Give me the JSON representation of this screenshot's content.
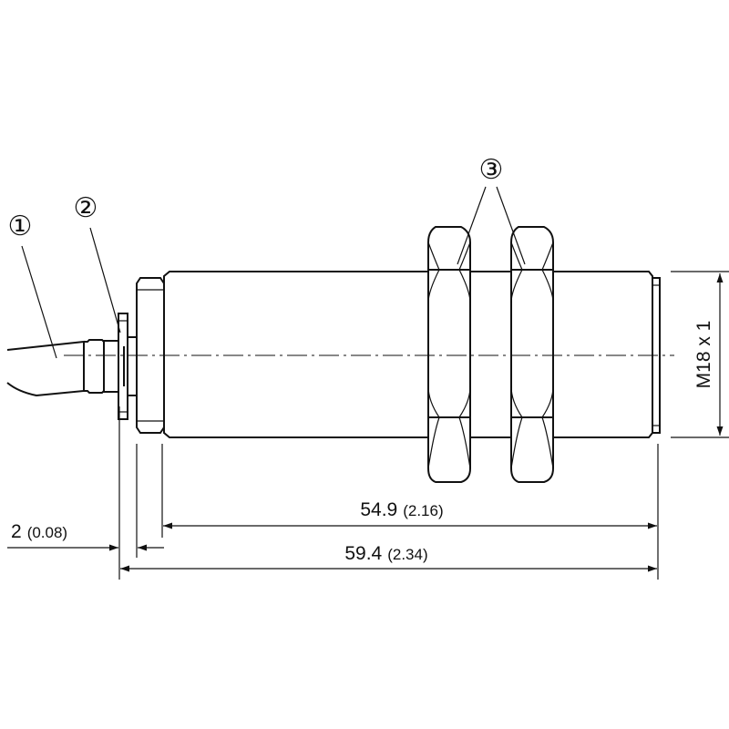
{
  "callouts": {
    "one": "①",
    "two": "②",
    "three": "③"
  },
  "dimensions": {
    "thread": "M18 x 1",
    "overall_length": {
      "value": "59.4",
      "imperial": "(2.34)"
    },
    "body_length": {
      "value": "54.9",
      "imperial": "(2.16)"
    },
    "flange": {
      "value": "2",
      "imperial": "(0.08)"
    }
  }
}
